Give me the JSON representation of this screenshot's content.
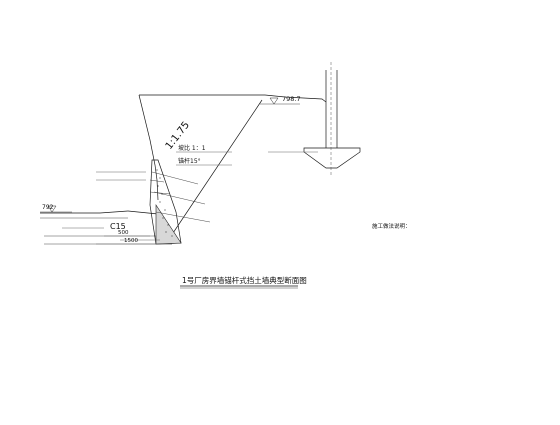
{
  "drawing": {
    "title": "1号厂房界墙锚杆式挡土墙典型断面图",
    "slope_ratio": "1:1.75",
    "elevation_top": "798.7",
    "elevation_left": "792",
    "callout_slope": "坡比 1：1",
    "callout_angle": "锚杆15°",
    "concrete_label": "C15",
    "dim_bottom_1": "500",
    "dim_bottom_2": "1500"
  },
  "notes": {
    "heading": "施工做法说明："
  }
}
